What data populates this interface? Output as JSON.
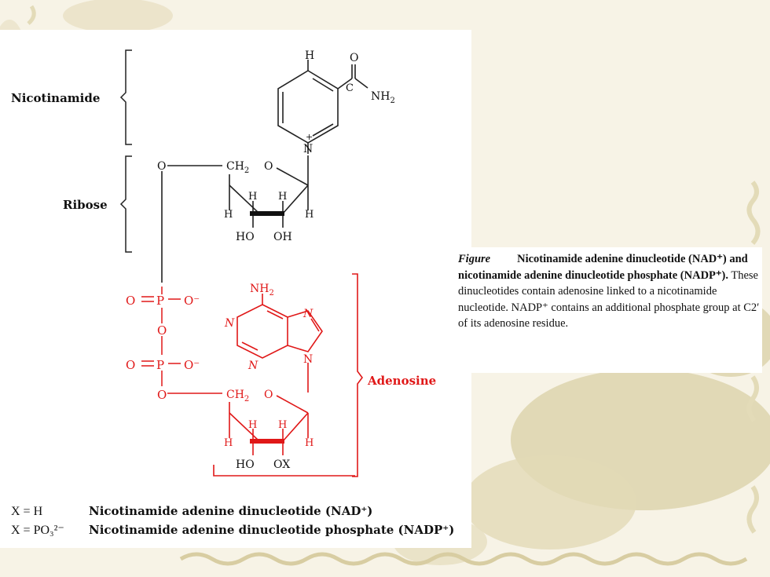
{
  "colors": {
    "structure": "#222222",
    "adenosine": "#e01818",
    "background": "#f7f3e6",
    "foliage": "#d9cfa8"
  },
  "labels": {
    "nicotinamide": "Nicotinamide",
    "ribose": "Ribose",
    "adenosine": "Adenosine"
  },
  "atoms": {
    "h": "H",
    "o": "O",
    "n": "N",
    "ch2": "CH",
    "sub2": "2",
    "nh2": "NH",
    "ho": "HO",
    "oh": "OH",
    "ox": "OX",
    "p": "P",
    "o_minus": "O⁻",
    "plus": "+",
    "dbl": "="
  },
  "caption": {
    "figure": "Figure",
    "title_line": "Nicotinamide adenine dinucleotide",
    "title_cont": "(NAD⁺) and nicotinamide adenine dinucleotide phosphate (NADP⁺).",
    "body": "These dinucleotides contain adenosine linked to a nicotinamide nucleotide. NADP⁺ contains an additional phosphate group at C2′ of its adenosine residue."
  },
  "legend": [
    {
      "x": "X = H",
      "name": "Nicotinamide adenine dinucleotide (NAD⁺)"
    },
    {
      "x": "X = PO₃²⁻",
      "name": "Nicotinamide adenine dinucleotide phosphate (NADP⁺)"
    }
  ]
}
